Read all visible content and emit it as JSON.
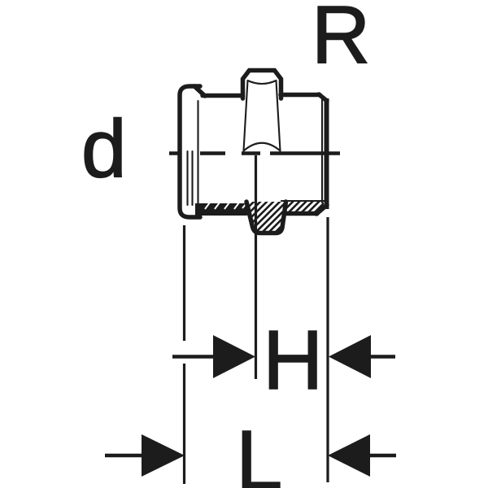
{
  "figure": {
    "type": "technical-dimension-drawing",
    "subject": "Press-fitting adapter with male thread, half-section view",
    "background_color": "#ffffff",
    "line_color": "#1c1c1c",
    "labels": {
      "thread": "R",
      "diameter": "d",
      "height": "H",
      "length": "L"
    }
  }
}
